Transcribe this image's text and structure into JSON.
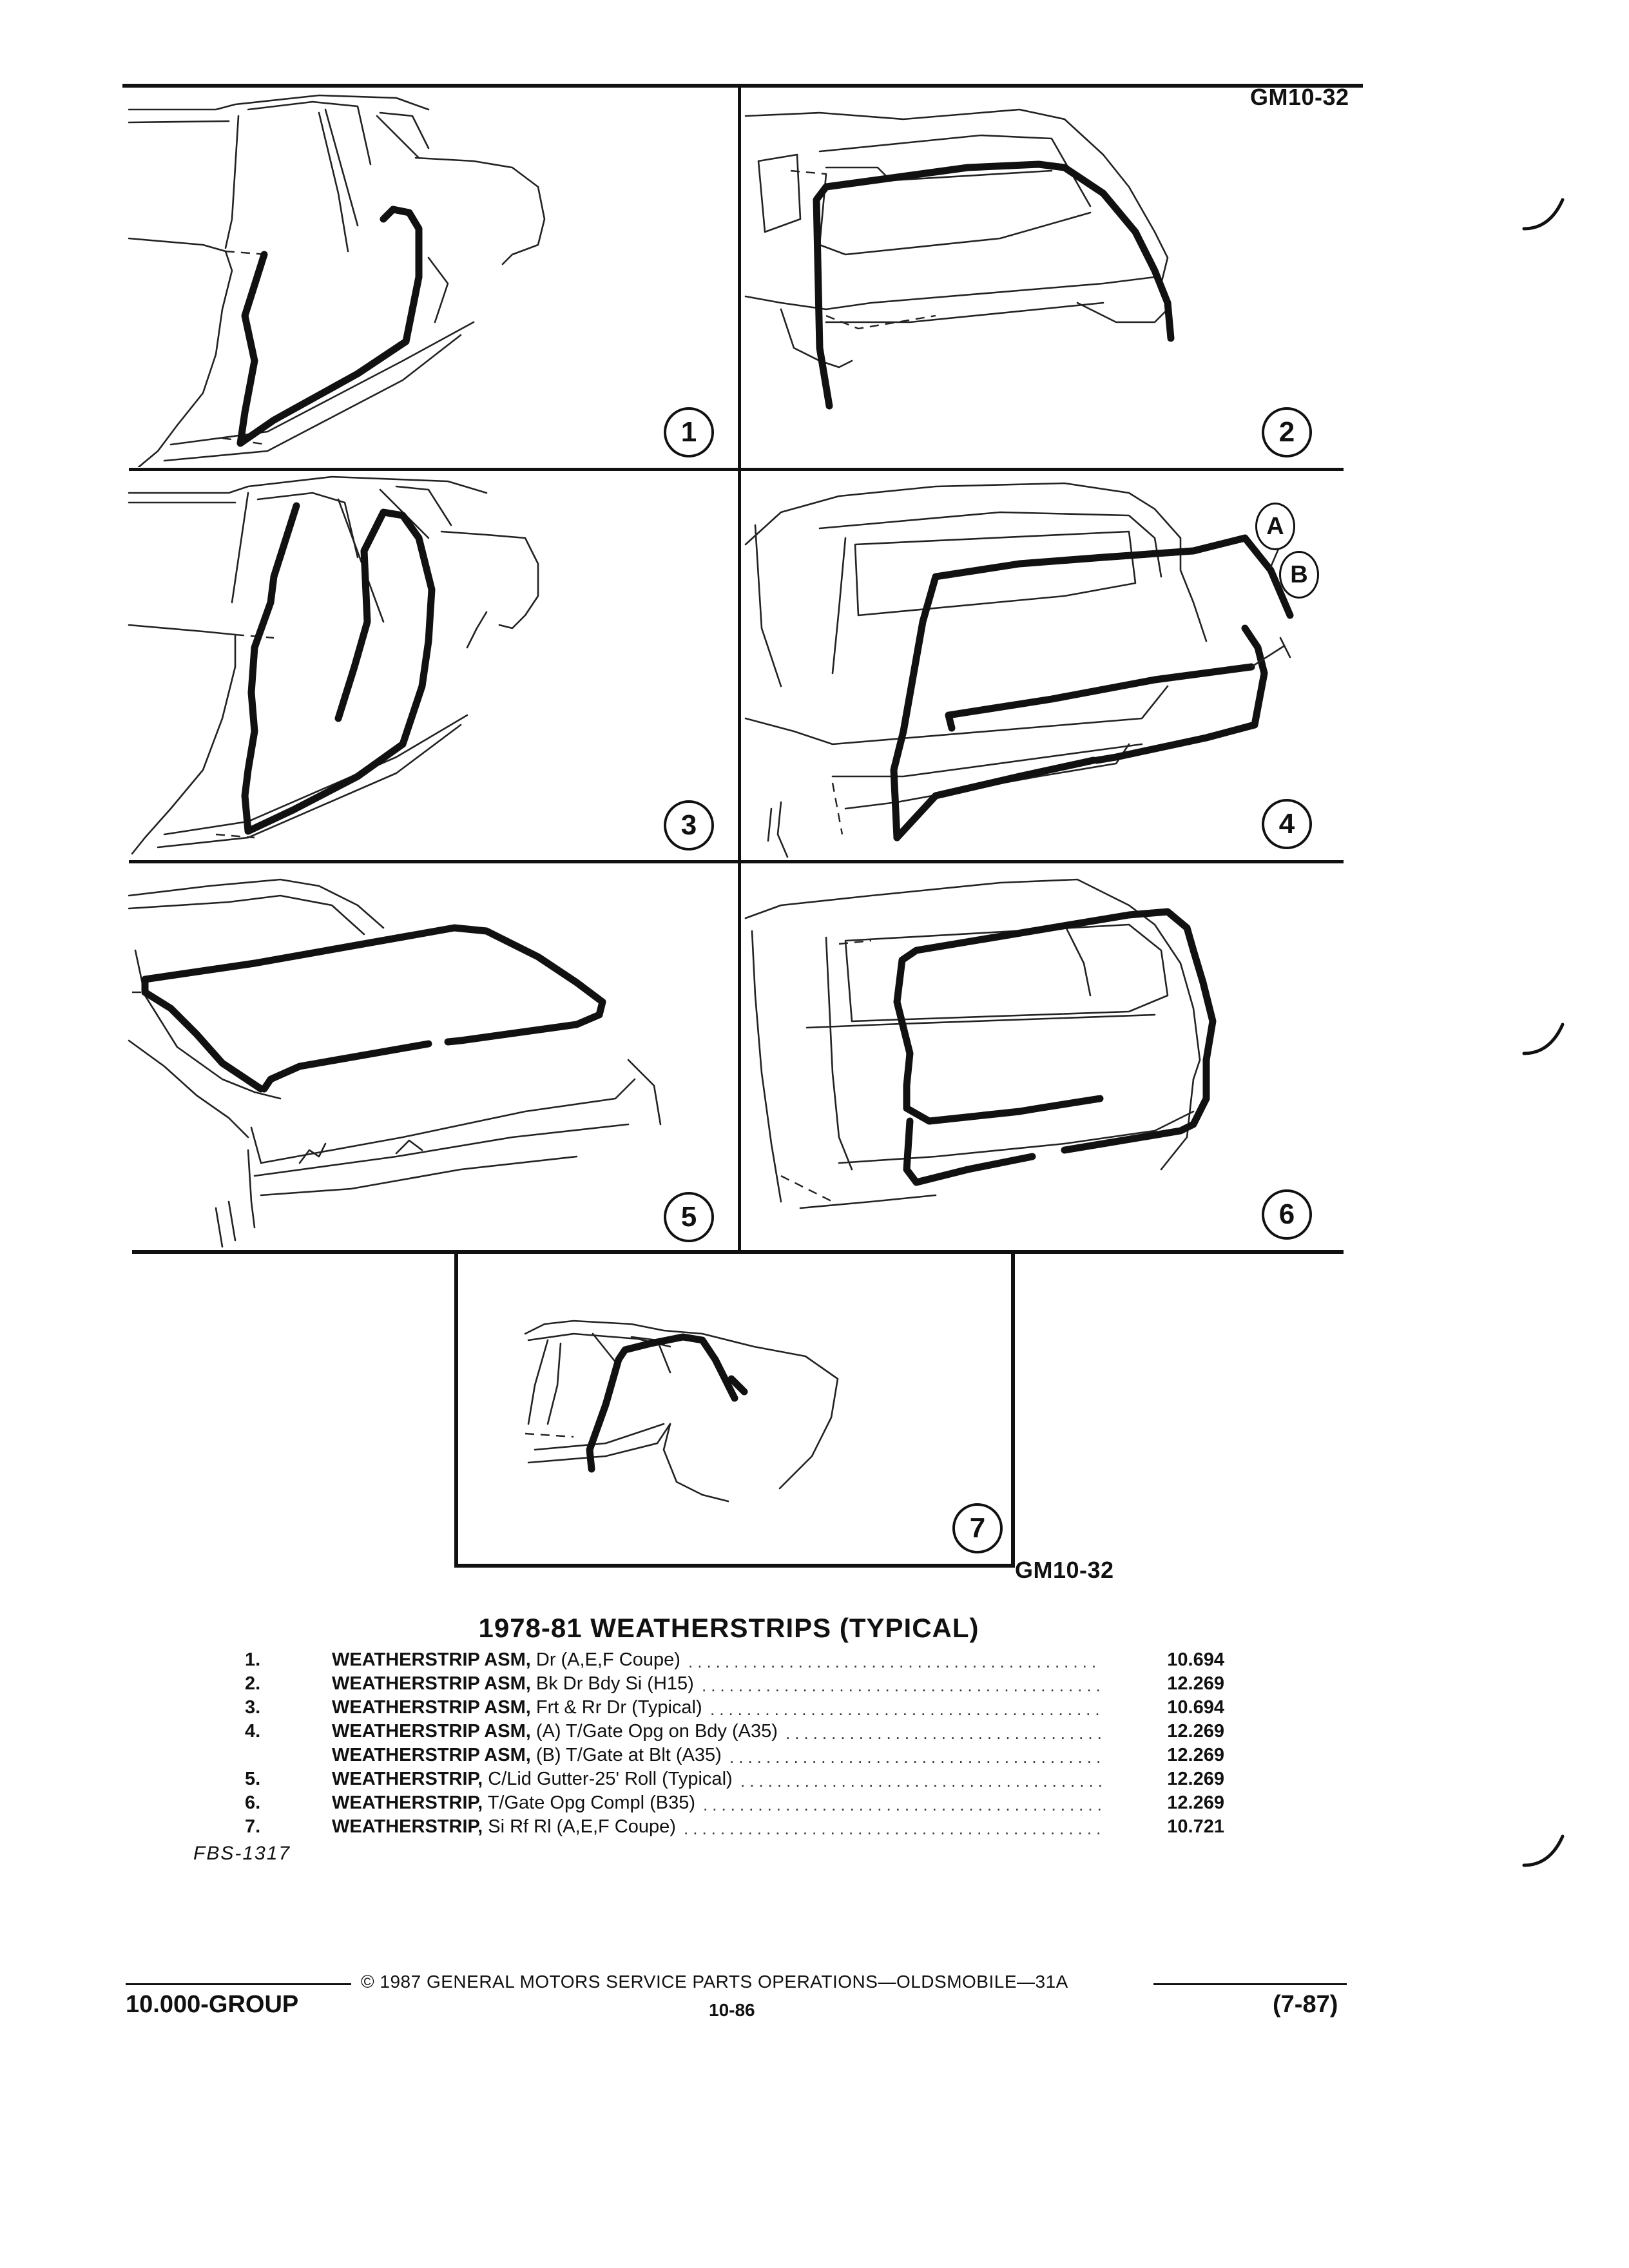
{
  "header": {
    "figure_id_top": "GM10-32",
    "figure_id_bottom": "GM10-32"
  },
  "callouts": [
    "1",
    "2",
    "3",
    "4",
    "5",
    "6",
    "7"
  ],
  "panel4_letters": [
    "A",
    "B"
  ],
  "caption": {
    "title": "1978-81 WEATHERSTRIPS (TYPICAL)",
    "items": [
      {
        "num": "1.",
        "bold": "WEATHERSTRIP ASM,",
        "text": " Dr (A,E,F Coupe)",
        "value": "10.694"
      },
      {
        "num": "2.",
        "bold": "WEATHERSTRIP ASM,",
        "text": " Bk Dr Bdy Si (H15)",
        "value": "12.269"
      },
      {
        "num": "3.",
        "bold": "WEATHERSTRIP ASM,",
        "text": " Frt & Rr Dr (Typical)",
        "value": "10.694"
      },
      {
        "num": "4.",
        "bold": "WEATHERSTRIP ASM,",
        "text": " (A) T/Gate Opg on Bdy (A35)",
        "value": "12.269"
      },
      {
        "num": "",
        "bold": "WEATHERSTRIP ASM,",
        "text": " (B) T/Gate at Blt (A35)",
        "value": "12.269"
      },
      {
        "num": "5.",
        "bold": "WEATHERSTRIP,",
        "text": " C/Lid Gutter-25' Roll (Typical)",
        "value": "12.269"
      },
      {
        "num": "6.",
        "bold": "WEATHERSTRIP,",
        "text": " T/Gate Opg Compl (B35)",
        "value": "12.269"
      },
      {
        "num": "7.",
        "bold": "WEATHERSTRIP,",
        "text": " Si Rf Rl (A,E,F Coupe)",
        "value": "10.721"
      }
    ],
    "code": "FBS-1317"
  },
  "footer": {
    "copyright": "© 1987 GENERAL MOTORS SERVICE PARTS OPERATIONS—OLDSMOBILE—31A",
    "group": "10.000-GROUP",
    "page": "10-86",
    "date": "(7-87)"
  }
}
